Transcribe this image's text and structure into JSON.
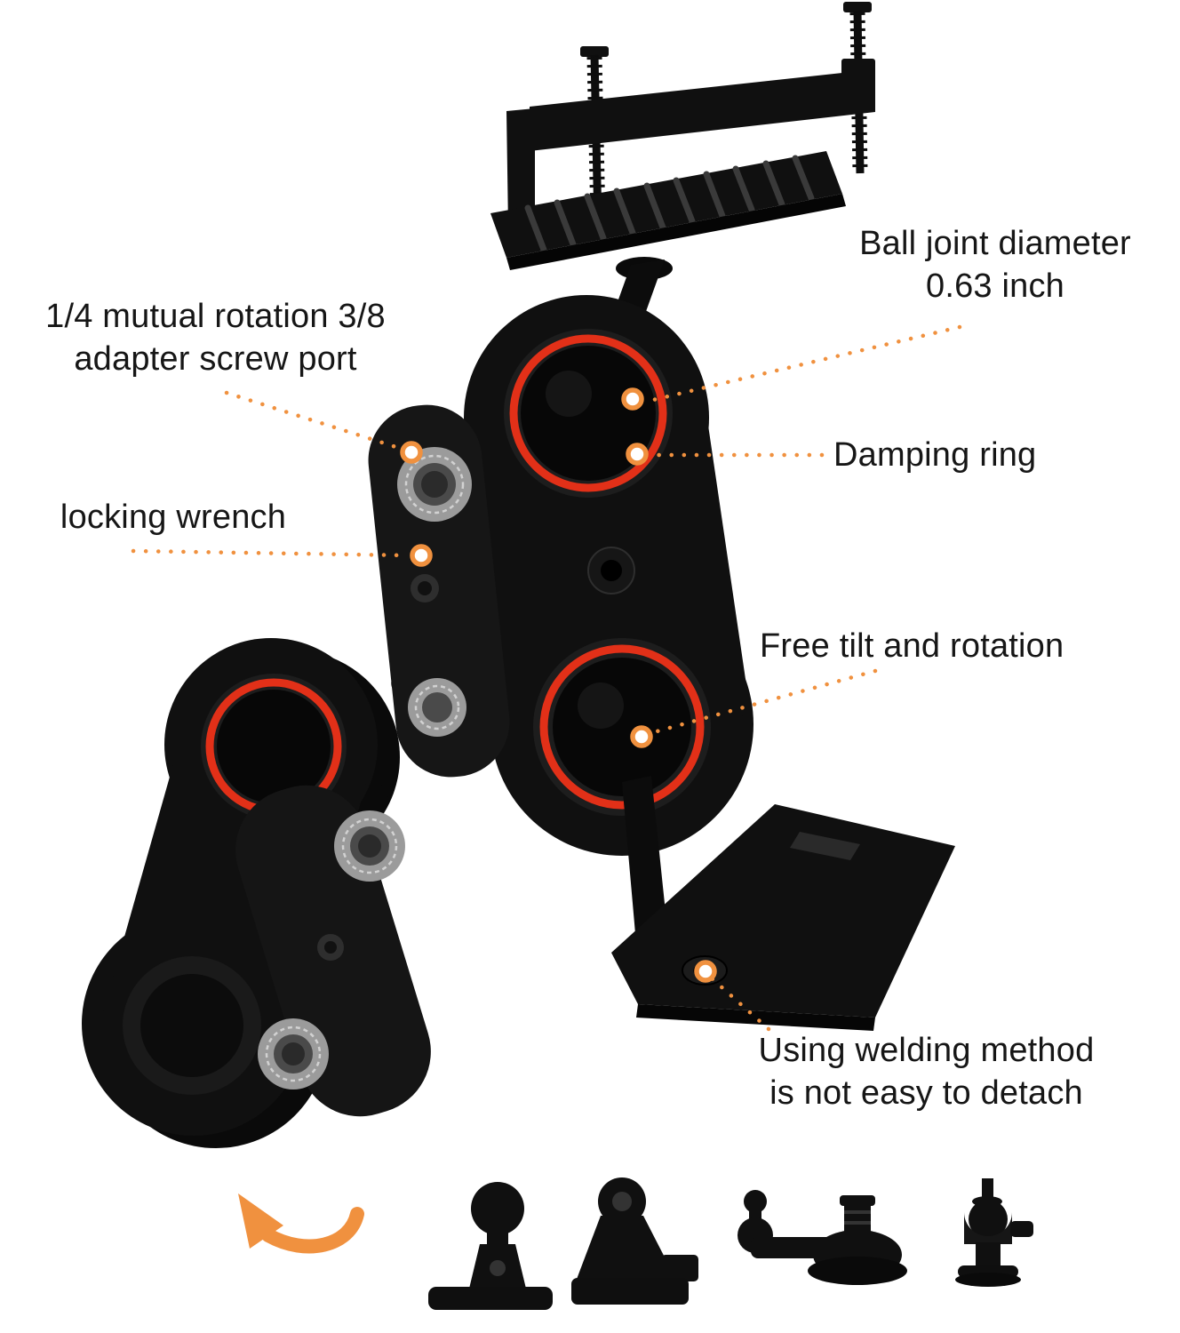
{
  "colors": {
    "accent": "#F0913F",
    "damping_red": "#E23018",
    "product_black": "#101010",
    "metal_gray": "#9B9B9B"
  },
  "annotations": {
    "ball_joint": {
      "line1": "Ball joint diameter",
      "line2": "0.63 inch"
    },
    "adapter_port": {
      "line1": "1/4 mutual rotation 3/8",
      "line2": "adapter screw port"
    },
    "locking_wrench": {
      "text": "locking wrench"
    },
    "damping_ring": {
      "text": "Damping ring"
    },
    "free_tilt": {
      "text": "Free tilt and rotation"
    },
    "welding": {
      "line1": "Using welding method",
      "line2": "is not easy to detach"
    }
  },
  "icons": {
    "arrow": "curved-arrow-icon",
    "accessories": [
      "adhesive-ball-mount-icon",
      "clip-mount-icon",
      "suction-cup-mount-icon",
      "mini-ball-head-icon"
    ]
  }
}
